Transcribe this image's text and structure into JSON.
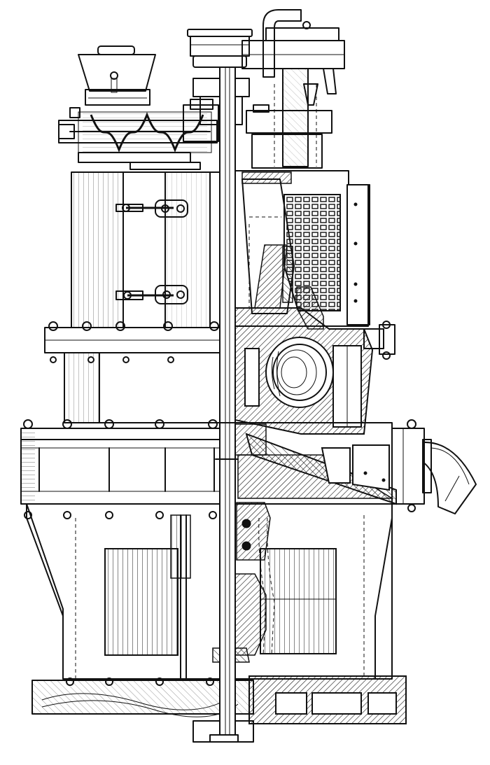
{
  "figure": {
    "subject": "vertical-mill-sectional-elevation",
    "palette": {
      "ink": "#111111",
      "paper": "#ffffff"
    },
    "parts": [
      {
        "id": "feed-hopper",
        "label": ""
      },
      {
        "id": "screw-conveyor",
        "label": ""
      },
      {
        "id": "drive-pulley",
        "label": ""
      },
      {
        "id": "gear-head",
        "label": ""
      },
      {
        "id": "main-shaft",
        "label": ""
      },
      {
        "id": "upper-casing",
        "label": ""
      },
      {
        "id": "screen-grating",
        "label": ""
      },
      {
        "id": "grinding-roller",
        "label": ""
      },
      {
        "id": "flange-ring",
        "label": ""
      },
      {
        "id": "discharge-chute",
        "label": ""
      },
      {
        "id": "lower-frame",
        "label": ""
      },
      {
        "id": "base-plate",
        "label": ""
      }
    ]
  }
}
